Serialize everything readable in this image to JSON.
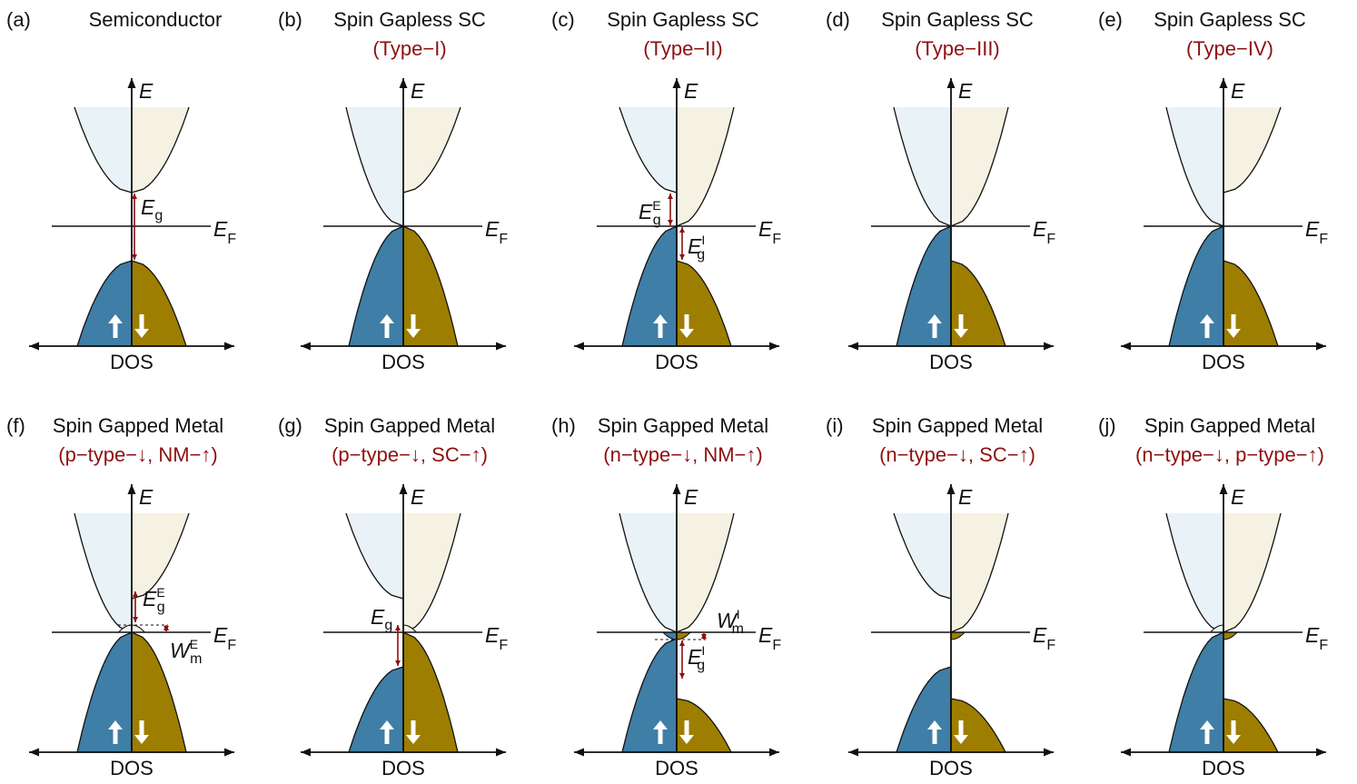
{
  "colors": {
    "spin_up_filled": "#3f7ea6",
    "spin_down_filled": "#9d7e00",
    "spin_up_empty": "#e9f2f7",
    "spin_down_empty": "#f5f2e3",
    "annotation": "#8e1010",
    "line": "#111111"
  },
  "axis": {
    "energy": "E",
    "fermi_main": "E",
    "fermi_sub": "F",
    "dos": "DOS"
  },
  "panels": [
    {
      "label": "(a)",
      "title": "Semiconductor",
      "subtitle": "",
      "type": "sc",
      "annotations": [
        {
          "kind": "arrow",
          "main": "E",
          "sub": "g",
          "sup": ""
        }
      ]
    },
    {
      "label": "(b)",
      "title": "Spin Gapless SC",
      "subtitle": "(Type−I)",
      "type": "sgs1",
      "annotations": []
    },
    {
      "label": "(c)",
      "title": "Spin Gapless SC",
      "subtitle": "(Type−II)",
      "type": "sgs2",
      "annotations": [
        {
          "kind": "arrow",
          "main": "E",
          "sub": "g",
          "sup": "E"
        },
        {
          "kind": "arrow",
          "main": "E",
          "sub": "g",
          "sup": "I"
        }
      ]
    },
    {
      "label": "(d)",
      "title": "Spin Gapless SC",
      "subtitle": "(Type−III)",
      "type": "sgs3",
      "annotations": []
    },
    {
      "label": "(e)",
      "title": "Spin Gapless SC",
      "subtitle": "(Type−IV)",
      "type": "sgs4",
      "annotations": []
    },
    {
      "label": "(f)",
      "title": "Spin Gapped Metal",
      "subtitle": "(p−type−↓, NM−↑)",
      "type": "gmf",
      "annotations": [
        {
          "kind": "arrow",
          "main": "E",
          "sub": "g",
          "sup": "E"
        },
        {
          "kind": "width",
          "main": "W",
          "sub": "m",
          "sup": "E"
        }
      ]
    },
    {
      "label": "(g)",
      "title": "Spin Gapped Metal",
      "subtitle": "(p−type−↓, SC−↑)",
      "type": "gmg",
      "annotations": [
        {
          "kind": "arrow",
          "main": "E",
          "sub": "g",
          "sup": ""
        }
      ]
    },
    {
      "label": "(h)",
      "title": "Spin Gapped Metal",
      "subtitle": "(n−type−↓, NM−↑)",
      "type": "gmh",
      "annotations": [
        {
          "kind": "width",
          "main": "W",
          "sub": "m",
          "sup": "I"
        },
        {
          "kind": "arrow",
          "main": "E",
          "sub": "g",
          "sup": "I"
        }
      ]
    },
    {
      "label": "(i)",
      "title": "Spin Gapped Metal",
      "subtitle": "(n−type−↓, SC−↑)",
      "type": "gmi",
      "annotations": []
    },
    {
      "label": "(j)",
      "title": "Spin Gapped Metal",
      "subtitle": "(n−type−↓, p−type−↑)",
      "type": "gmj",
      "annotations": []
    }
  ]
}
